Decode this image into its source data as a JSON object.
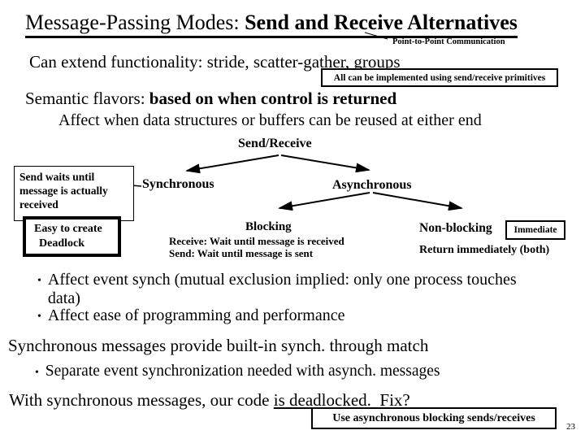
{
  "slide": {
    "page_number": "23",
    "bullet_char": "•",
    "title": {
      "regular": "Message-Passing Modes: ",
      "bold": "Send and Receive Alternatives"
    },
    "annotations": {
      "point_to_point": "Point-to-Point Communication",
      "all_can_box": "All can be implemented using send/receive primitives",
      "immediate_box": "Immediate",
      "use_async_box": "Use asynchronous blocking sends/receives"
    },
    "body": {
      "can_extend": "Can extend functionality: stride, scatter-gather, groups",
      "semantic_prefix": "Semantic flavors: ",
      "semantic_bold": "based on when control is returned",
      "affect_reuse": "Affect when data structures or buffers can be reused at either end",
      "bullet1": "Affect event synch (mutual exclusion implied: only one process touches data)",
      "bullet2": "Affect ease of programming and performance",
      "sync_match": "Synchronous messages provide built-in synch. through match",
      "bullet3": "Separate event synchronization needed with asynch. messages",
      "deadlocked_prefix": "With synchronous messages, our code ",
      "deadlocked_underlined": "is deadlocked.  Fix?"
    },
    "tree": {
      "root": "Send/Receive",
      "synchronous": "Synchronous",
      "asynchronous": "Asynchronous",
      "blocking": "Blocking",
      "blocking_receive": "Receive: Wait until message is received",
      "blocking_send": "Send: Wait until message is sent",
      "non_blocking": "Non-blocking",
      "return_immediately": "Return immediately (both)"
    },
    "callouts": {
      "send_waits": "Send waits until message is actually received",
      "deadlock_line1": "Easy to create",
      "deadlock_line2": "Deadlock"
    }
  }
}
